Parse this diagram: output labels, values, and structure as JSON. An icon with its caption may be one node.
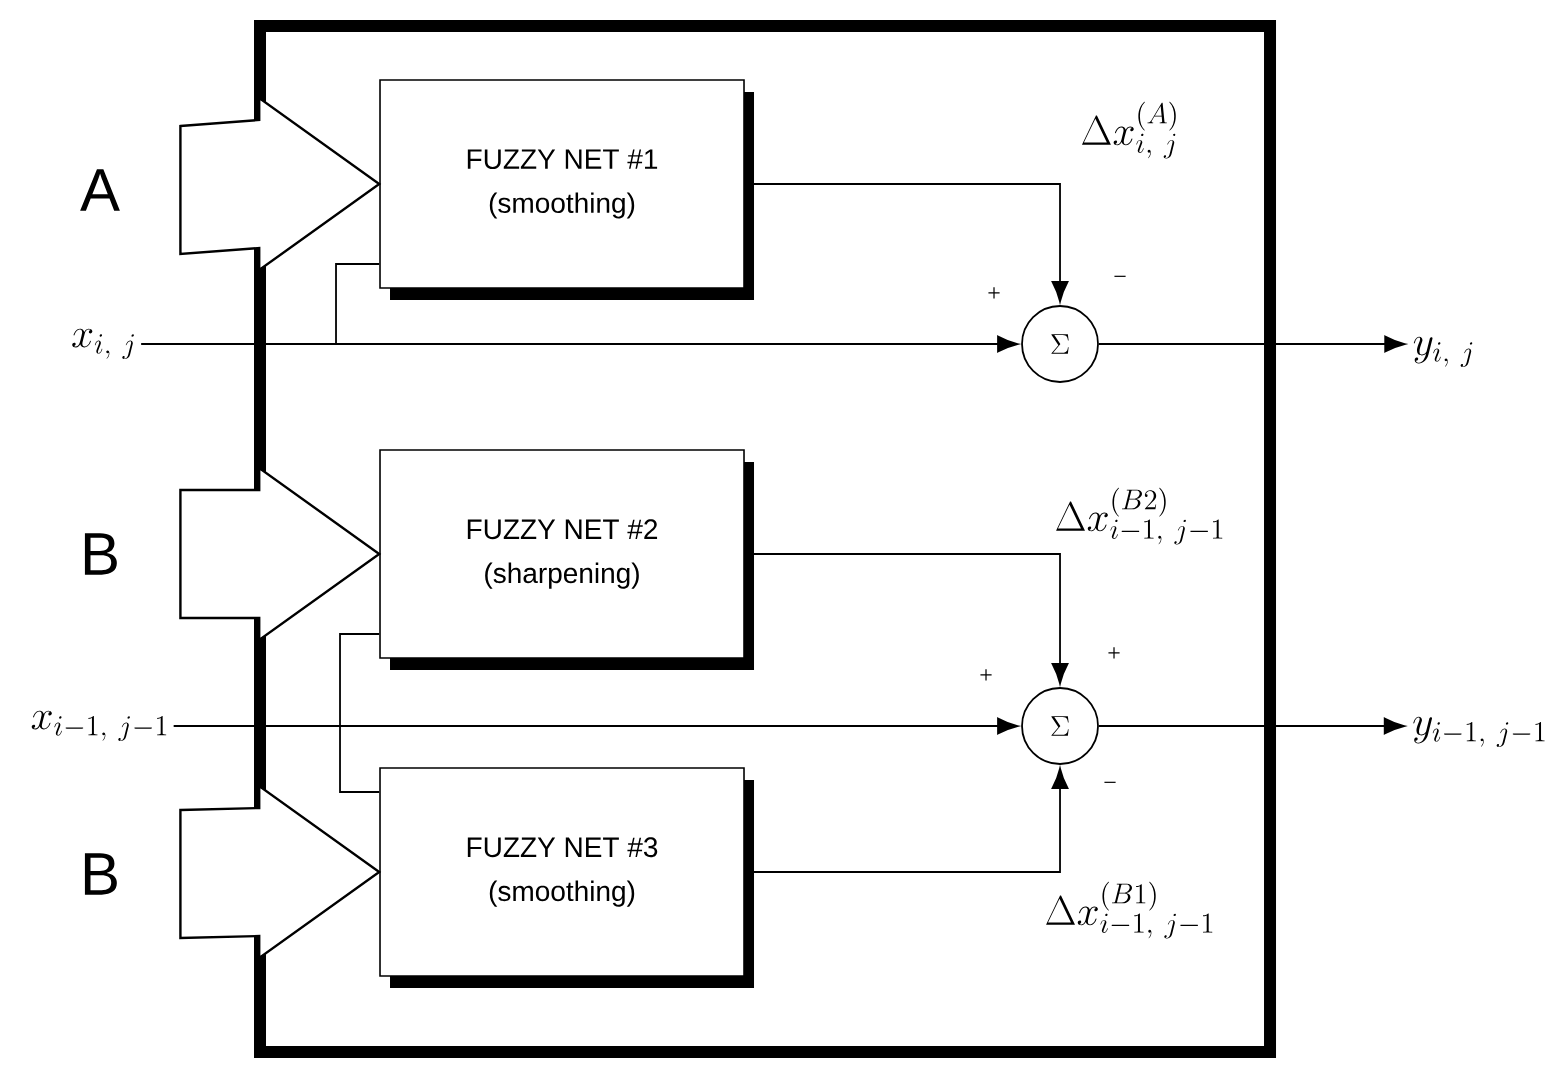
{
  "diagram": {
    "nodes": [
      {
        "text": [],
        "shape": "box"
      },
      {
        "text": [
          "FUZZY NET #1",
          "(smoothing)"
        ],
        "in": 0
      },
      {
        "text": [
          "FUZZY NET #2",
          "(sharpening)"
        ],
        "in": 0
      },
      {
        "text": [
          "FUZZY NET #3",
          "(smoothing)"
        ],
        "in": 0
      },
      {
        "text": [
          "\\Sigma"
        ],
        "in": 0
      },
      {
        "text": [
          "\\Sigma"
        ],
        "in": 0
      },
      {
        "text": [
          "A"
        ]
      },
      {
        "text": [
          "B"
        ]
      },
      {
        "text": [
          "B"
        ]
      },
      {
        "text": [
          "x_{i,\\ j}"
        ]
      },
      {
        "text": [
          "x_{i-1,\\ j-1}"
        ]
      },
      {
        "text": [
          "y_{i,\\ j}"
        ]
      },
      {
        "text": [
          "y_{i-1,\\ j-1}"
        ]
      }
    ],
    "edges": [
      {
        "from": 6,
        "to": 1,
        "arrow": "to",
        "style": "thick"
      },
      {
        "from": 7,
        "to": 2,
        "arrow": "to",
        "style": "thick"
      },
      {
        "from": 8,
        "to": 3,
        "arrow": "to",
        "style": "thick"
      },
      {
        "from": 9,
        "to": 4,
        "arrow": "to"
      },
      {
        "from": 9,
        "to": 1,
        "arrow": "none"
      },
      {
        "from": 1,
        "to": 4,
        "arrow": "to",
        "label": "\\Delta x^{(A)}_{i,\\ j}"
      },
      {
        "from": 4,
        "to": 11,
        "arrow": "to"
      },
      {
        "from": 10,
        "to": 5,
        "arrow": "to"
      },
      {
        "from": 10,
        "to": 2,
        "arrow": "none"
      },
      {
        "from": 10,
        "to": 3,
        "arrow": "none"
      },
      {
        "from": 2,
        "to": 5,
        "arrow": "to",
        "label": "\\Delta x^{(B2)}_{i-1,\\ j-1}"
      },
      {
        "from": 3,
        "to": 5,
        "arrow": "to",
        "label": "\\Delta x^{(B1)}_{i-1,\\ j-1}"
      },
      {
        "from": 5,
        "to": 12,
        "arrow": "to"
      }
    ],
    "labels": [
      "+",
      "−",
      "+",
      "+",
      "−"
    ]
  }
}
